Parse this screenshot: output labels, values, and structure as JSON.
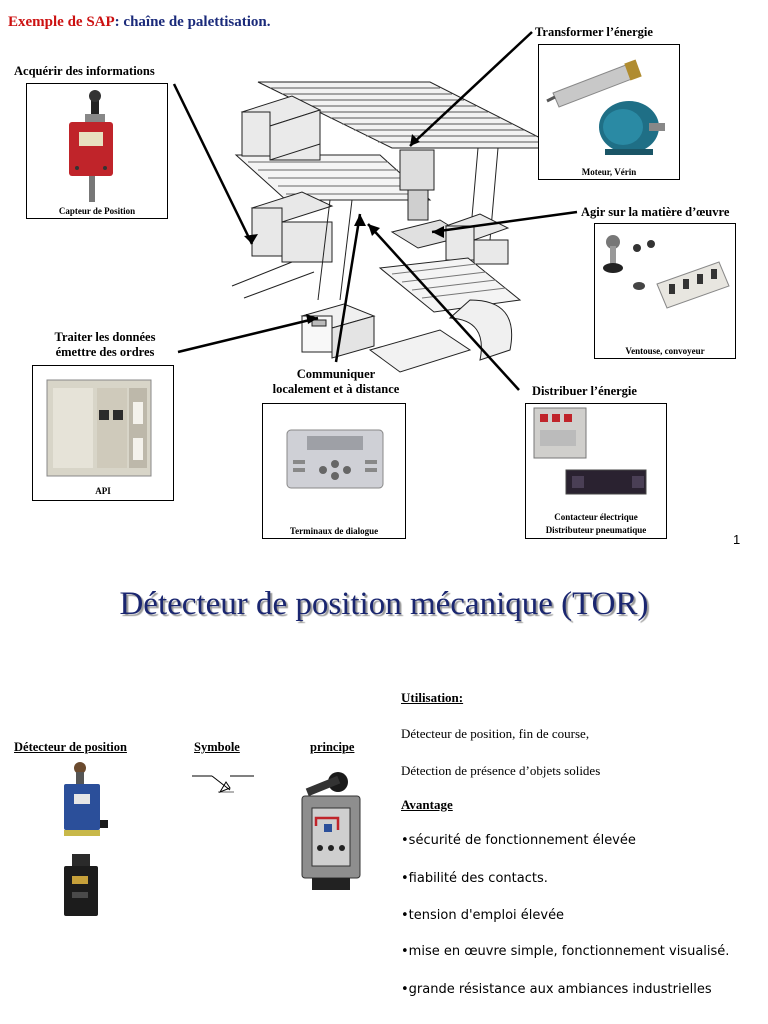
{
  "slide1": {
    "title_part1": "Exemple de SAP",
    "title_part2": ": chaîne de palettisation.",
    "labels": {
      "acquerir": "Acquérir des informations",
      "transformer": "Transformer l’énergie",
      "agir": "Agir sur la matière d’œuvre",
      "traiter_line1": "Traiter les données",
      "traiter_line2": "émettre des ordres",
      "communiquer_line1": "Communiquer",
      "communiquer_line2": "localement et à distance",
      "distribuer": "Distribuer l’énergie"
    },
    "captions": {
      "capteur": "Capteur de Position",
      "moteur": "Moteur, Vérin",
      "ventouse": "Ventouse, convoyeur",
      "api": "API",
      "terminaux": "Terminaux de dialogue",
      "contacteur_line1": "Contacteur électrique",
      "contacteur_line2": "Distributeur pneumatique"
    },
    "page_number": "1"
  },
  "slide2": {
    "title": "Détecteur de position mécanique (TOR)",
    "col_detecteur": "Détecteur de position",
    "col_symbole": "Symbole",
    "col_principe": "principe",
    "utilisation_heading": "Utilisation:",
    "utilisation_items": [
      "Détecteur de position, fin de course,",
      "Détection de présence d’objets solides"
    ],
    "avantage_heading": "Avantage",
    "avantage_items": [
      "•sécurité de fonctionnement élevée",
      "•fiabilité des contacts.",
      "•tension d'emploi élevée",
      "•mise en œuvre simple, fonctionnement visualisé.",
      "•grande résistance aux ambiances industrielles"
    ]
  },
  "colors": {
    "title_red": "#cc1111",
    "title_blue": "#1a2a7a",
    "heading_navy": "#1a2670",
    "detector_red": "#c0242a",
    "detector_blue": "#2b4f9a"
  }
}
